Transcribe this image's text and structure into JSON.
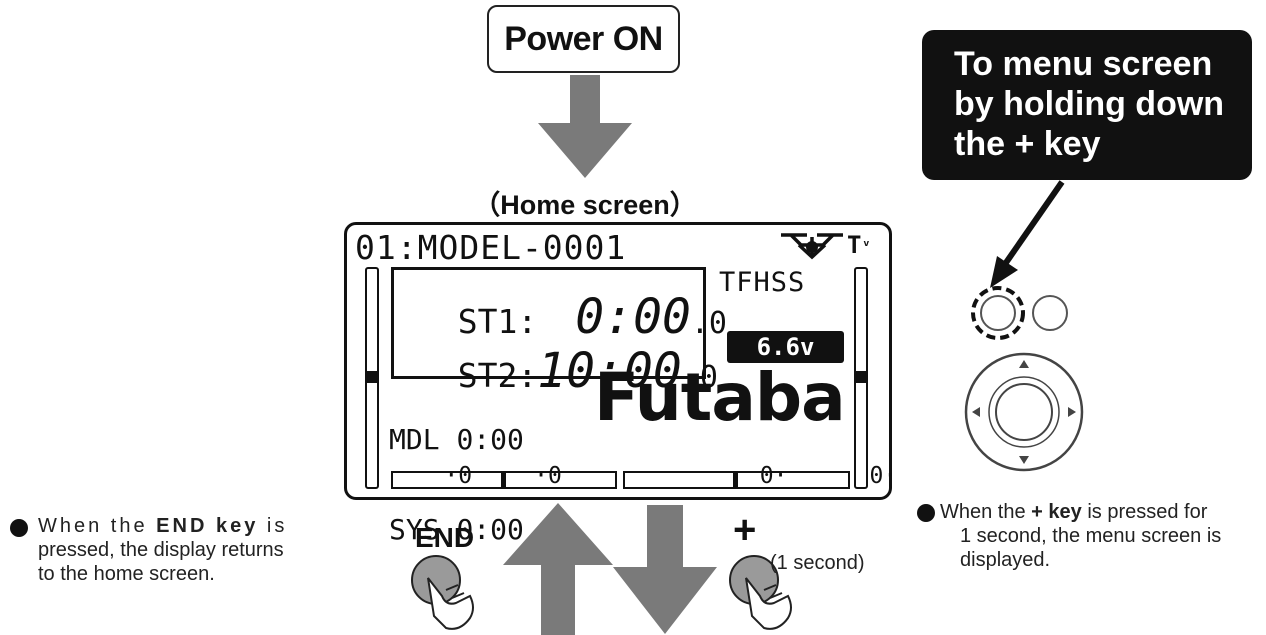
{
  "power_on": "Power ON",
  "callout": {
    "line1": "To menu screen",
    "line2": "by holding down",
    "line3": "the + key"
  },
  "home_title": "（Home screen）",
  "lcd": {
    "model": "01:MODEL-0001",
    "ant": "T",
    "st1_label": "ST1:",
    "st1_value": "0:00",
    "st1_tenth": ".0",
    "st2_label": "ST2:",
    "st2_value": "10:00",
    "st2_tenth": ".0",
    "protocol": "TFHSS",
    "voltage": "6.6v",
    "mdl_label": "MDL",
    "mdl_time": "0:00",
    "sys_label": "SYS",
    "sys_time": "0:00",
    "brand": "Futaba",
    "trim1": "·0",
    "trim2": "·0",
    "trim3": "0·",
    "trim4": "0·"
  },
  "left_note": {
    "line1": "When the ",
    "key": "END key",
    "line1_end": " is",
    "line2": "pressed, the display returns",
    "line3": "to the home screen."
  },
  "end_label": "END",
  "plus_label": "+",
  "seconds_label": "(1 second)",
  "right_note": {
    "line1": "When the ",
    "key": "+ key",
    "line1_end": " is pressed for",
    "line2": "1 second, the menu screen is",
    "line3": "displayed."
  },
  "colors": {
    "arrow": "#7a7a7a",
    "button": "#9a9a9a",
    "ink": "#111111"
  }
}
